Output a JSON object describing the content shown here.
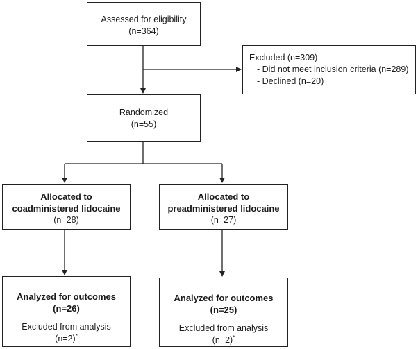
{
  "assessed": {
    "title": "Assessed for eligibility",
    "count": "(n=364)"
  },
  "excluded": {
    "title": "Excluded (n=309)",
    "items": [
      "- Did not meet inclusion criteria (n=289)",
      "- Declined (n=20)"
    ]
  },
  "randomized": {
    "title": "Randomized",
    "count": "(n=55)"
  },
  "alloc_co": {
    "line1": "Allocated to",
    "line2": "coadministered lidocaine",
    "count": "(n=28)"
  },
  "alloc_pre": {
    "line1": "Allocated to",
    "line2": "preadministered lidocaine",
    "count": "(n=27)"
  },
  "analyzed_co": {
    "title": "Analyzed for outcomes",
    "count": "(n=26)",
    "excl": "Excluded from analysis",
    "excl_count": "(n=2)",
    "mark": "*"
  },
  "analyzed_pre": {
    "title": "Analyzed for outcomes",
    "count": "(n=25)",
    "excl": "Excluded from analysis",
    "excl_count": "(n=2)",
    "mark": "*"
  }
}
